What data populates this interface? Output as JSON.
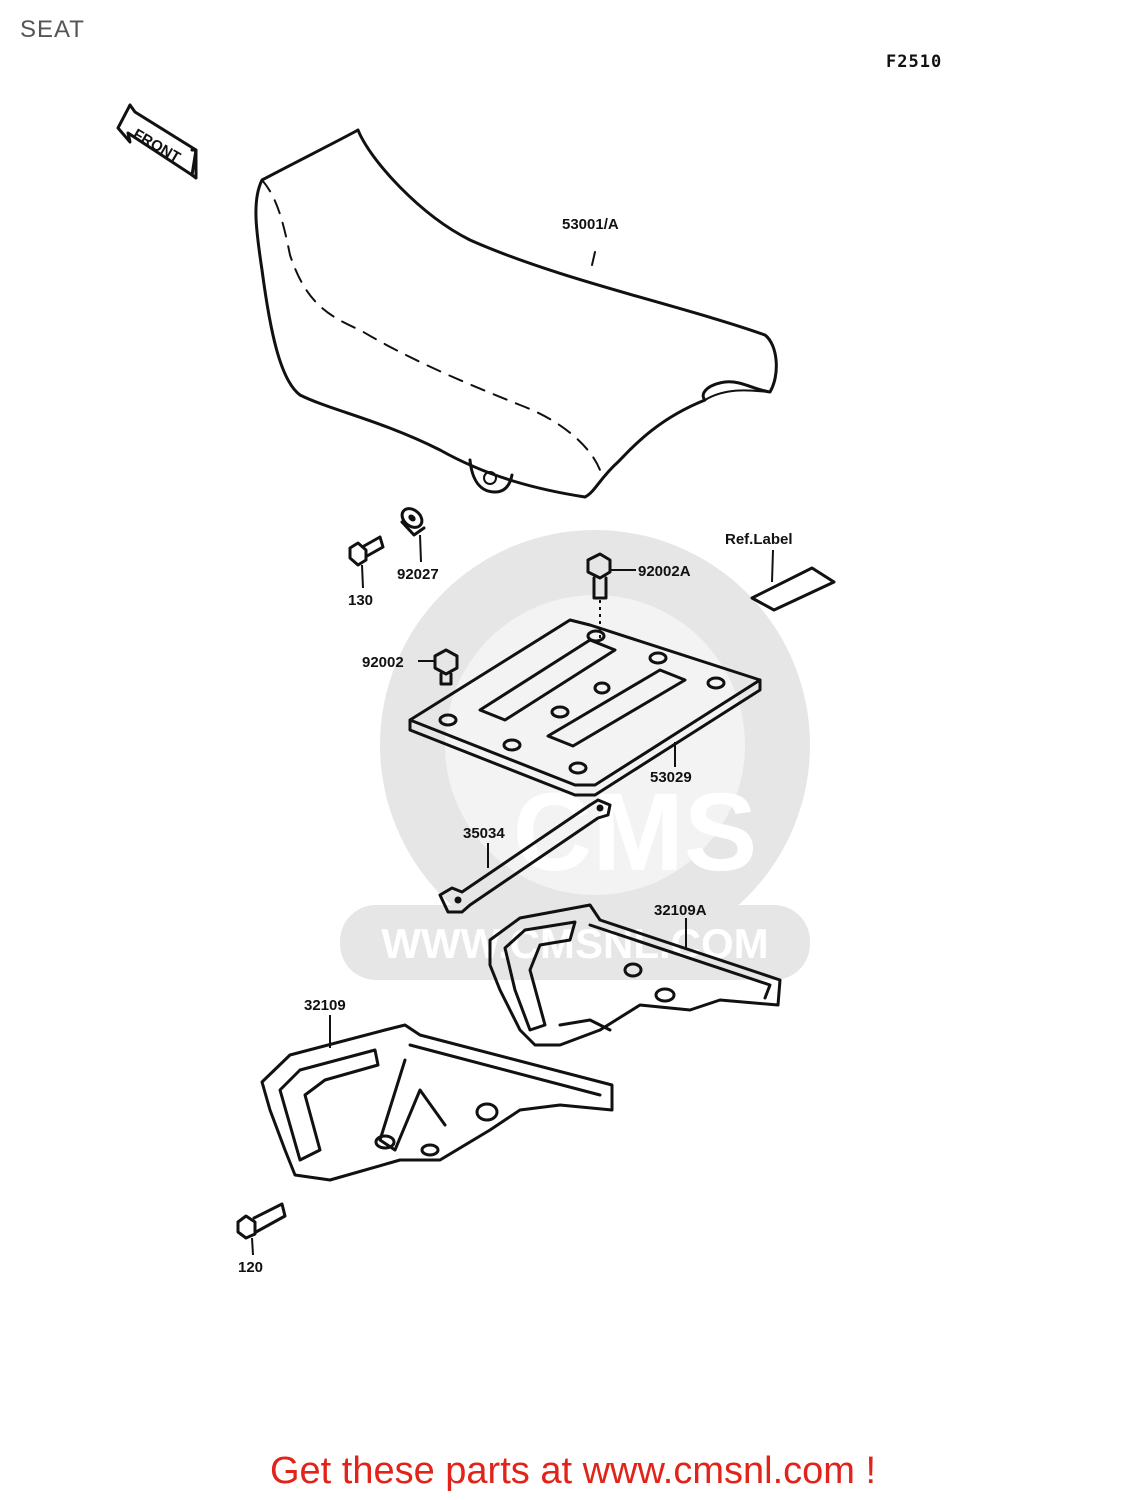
{
  "page": {
    "title": "SEAT",
    "figure_code": "F2510"
  },
  "front_indicator": {
    "label": "FRONT"
  },
  "watermark": {
    "brand": "CMS",
    "url": "WWW.CMSNL.COM"
  },
  "callouts": {
    "seat": "53001/A",
    "bolt_130": "130",
    "collar": "92027",
    "bolt_92002a": "92002A",
    "ref_label": "Ref.Label",
    "bolt_92002": "92002",
    "plate": "53029",
    "strap": "35034",
    "bracket_right": "32109A",
    "bracket_left": "32109",
    "bolt_120": "120"
  },
  "footer": {
    "text": "Get these parts at www.cmsnl.com !",
    "color": "#e2231a"
  }
}
